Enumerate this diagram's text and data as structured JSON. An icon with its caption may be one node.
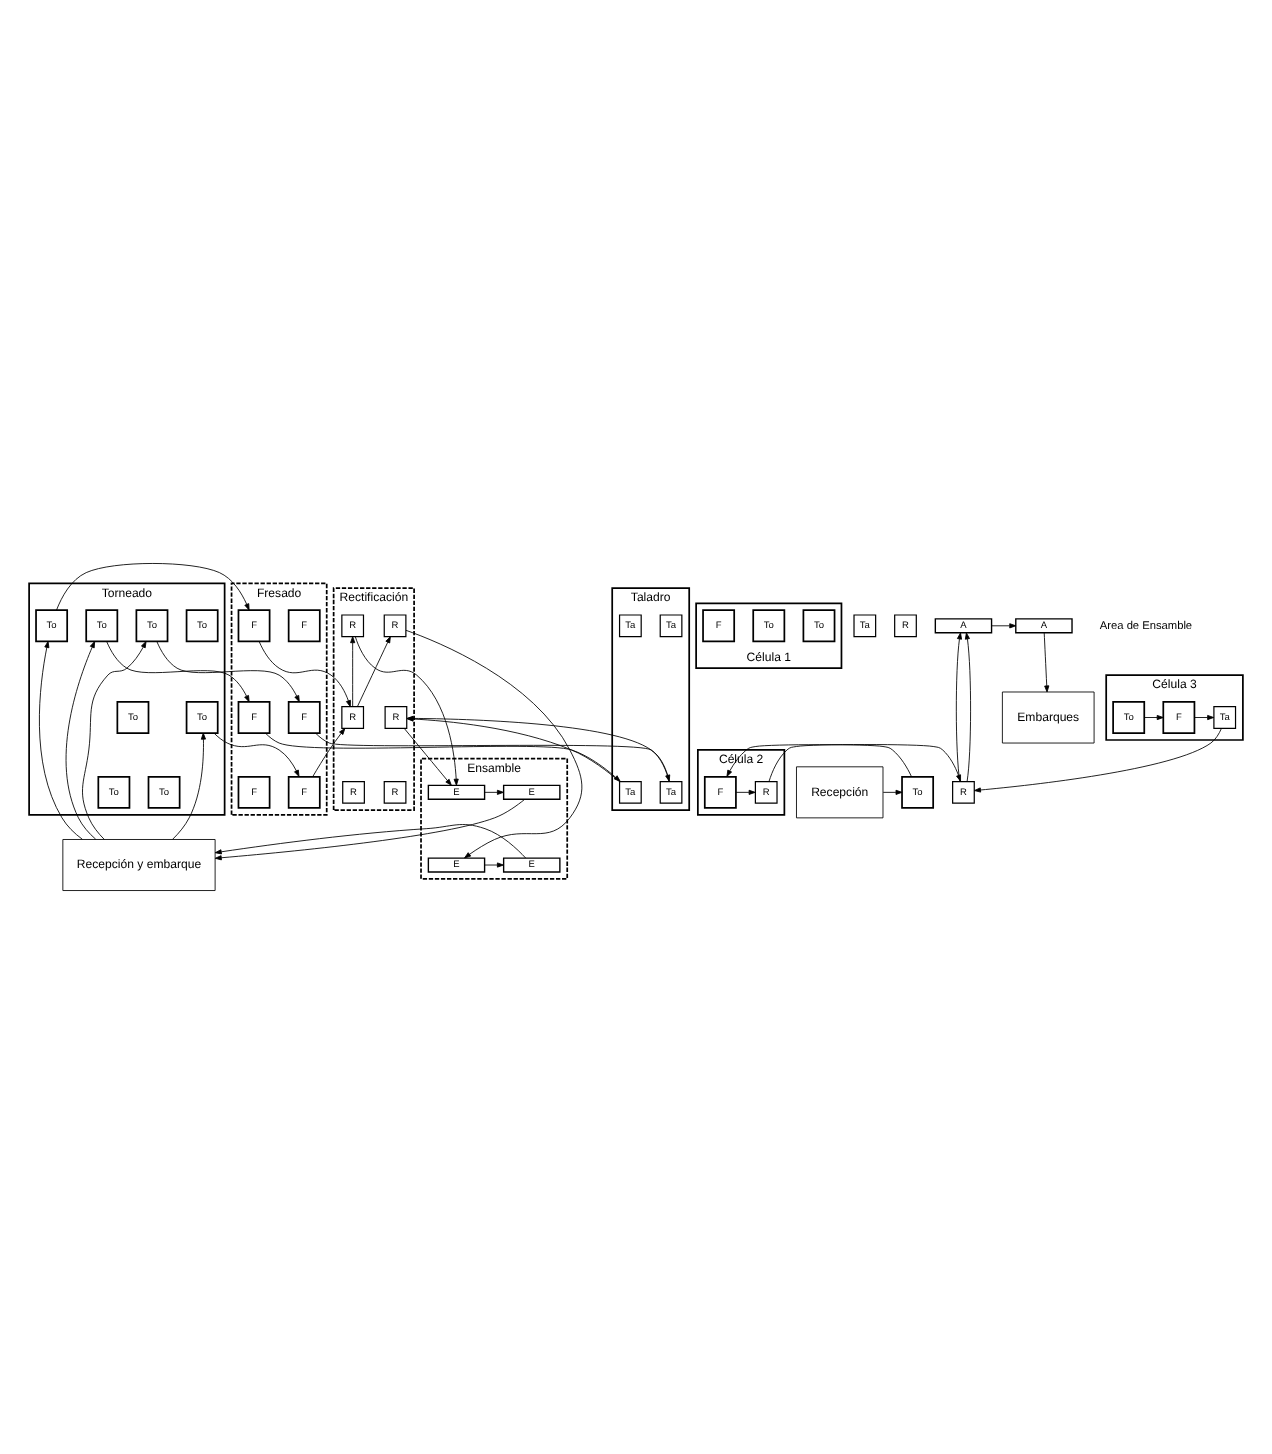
{
  "diagram": {
    "nodes": [
      {
        "text": [
          "Torneado"
        ]
      },
      {
        "text": [
          "To"
        ],
        "in": 0
      },
      {
        "text": [
          "To"
        ],
        "in": 0
      },
      {
        "text": [
          "To"
        ],
        "in": 0
      },
      {
        "text": [
          "To"
        ],
        "in": 0
      },
      {
        "text": [
          "To"
        ],
        "in": 0
      },
      {
        "text": [
          "To"
        ],
        "in": 0
      },
      {
        "text": [
          "To"
        ],
        "in": 0
      },
      {
        "text": [
          "To"
        ],
        "in": 0
      },
      {
        "text": [
          "Fresado"
        ]
      },
      {
        "text": [
          "F"
        ],
        "in": 9
      },
      {
        "text": [
          "F"
        ],
        "in": 9
      },
      {
        "text": [
          "F"
        ],
        "in": 9
      },
      {
        "text": [
          "F"
        ],
        "in": 9
      },
      {
        "text": [
          "F"
        ],
        "in": 9
      },
      {
        "text": [
          "F"
        ],
        "in": 9
      },
      {
        "text": [
          "Taladro"
        ]
      },
      {
        "text": [
          "Ta"
        ],
        "in": 16
      },
      {
        "text": [
          "Ta"
        ],
        "in": 16
      },
      {
        "text": [
          "Ta"
        ],
        "in": 16
      },
      {
        "text": [
          "Ta"
        ],
        "in": 16
      },
      {
        "text": [
          "Rectificación"
        ]
      },
      {
        "text": [
          "R"
        ],
        "in": 21
      },
      {
        "text": [
          "R"
        ],
        "in": 21
      },
      {
        "text": [
          "R"
        ],
        "in": 21
      },
      {
        "text": [
          "R"
        ],
        "in": 21
      },
      {
        "text": [
          "R"
        ],
        "in": 21
      },
      {
        "text": [
          "R"
        ],
        "in": 21
      },
      {
        "text": [
          "Ensamble"
        ]
      },
      {
        "text": [
          "E"
        ],
        "in": 28
      },
      {
        "text": [
          "E"
        ],
        "in": 28
      },
      {
        "text": [
          "E"
        ],
        "in": 28
      },
      {
        "text": [
          "E"
        ],
        "in": 28
      },
      {
        "text": [
          "Recepción y embarque"
        ]
      },
      {
        "text": [
          "Célula 1"
        ]
      },
      {
        "text": [
          "To"
        ],
        "in": 34
      },
      {
        "text": [
          "To"
        ],
        "in": 34
      },
      {
        "text": [
          "F"
        ],
        "in": 34
      },
      {
        "text": [
          "Ta"
        ]
      },
      {
        "text": [
          "R"
        ]
      },
      {
        "text": [
          "Célula 2"
        ]
      },
      {
        "text": [
          "F"
        ],
        "in": 40
      },
      {
        "text": [
          "R"
        ],
        "in": 40
      },
      {
        "text": [
          "Recepción"
        ]
      },
      {
        "text": [
          "To"
        ]
      },
      {
        "text": [
          "R"
        ]
      },
      {
        "text": [
          "A"
        ]
      },
      {
        "text": [
          "A"
        ]
      },
      {
        "text": [
          "Célula 3"
        ]
      },
      {
        "text": [
          "To"
        ],
        "in": 48
      },
      {
        "text": [
          "F"
        ],
        "in": 48
      },
      {
        "text": [
          "Ta"
        ],
        "in": 48
      },
      {
        "text": [
          "Embarques"
        ]
      }
    ],
    "edges": [
      {
        "from": 33,
        "to": 2,
        "arrow": "to"
      },
      {
        "from": 33,
        "to": 5,
        "arrow": "to"
      },
      {
        "from": 33,
        "to": 7,
        "arrow": "to"
      },
      {
        "from": 33,
        "to": 8,
        "arrow": "to"
      },
      {
        "from": 2,
        "to": 11,
        "arrow": "to"
      },
      {
        "from": 5,
        "to": 12,
        "arrow": "to"
      },
      {
        "from": 7,
        "to": 15,
        "arrow": "to"
      },
      {
        "from": 8,
        "to": 14,
        "arrow": "to"
      },
      {
        "from": 14,
        "to": 20,
        "arrow": "to"
      },
      {
        "from": 15,
        "to": 19,
        "arrow": "to"
      },
      {
        "from": 11,
        "to": 23,
        "arrow": "to"
      },
      {
        "from": 12,
        "to": 23,
        "arrow": "to"
      },
      {
        "from": 19,
        "to": 22,
        "arrow": "to"
      },
      {
        "from": 20,
        "to": 22,
        "arrow": "to"
      },
      {
        "from": 23,
        "to": 25,
        "arrow": "to"
      },
      {
        "from": 23,
        "to": 24,
        "arrow": "to"
      },
      {
        "from": 22,
        "to": 30,
        "arrow": "to"
      },
      {
        "from": 24,
        "to": 30,
        "arrow": "to"
      },
      {
        "from": 25,
        "to": 32,
        "arrow": "to"
      },
      {
        "from": 30,
        "to": 29,
        "arrow": "to"
      },
      {
        "from": 29,
        "to": 33,
        "arrow": "to"
      },
      {
        "from": 32,
        "to": 31,
        "arrow": "to"
      },
      {
        "from": 31,
        "to": 33,
        "arrow": "to"
      },
      {
        "from": 43,
        "to": 44,
        "arrow": "to"
      },
      {
        "from": 44,
        "to": 41,
        "arrow": "to"
      },
      {
        "from": 41,
        "to": 42,
        "arrow": "to"
      },
      {
        "from": 42,
        "to": 45,
        "arrow": "to"
      },
      {
        "from": 49,
        "to": 50,
        "arrow": "to"
      },
      {
        "from": 50,
        "to": 51,
        "arrow": "to"
      },
      {
        "from": 51,
        "to": 45,
        "arrow": "to"
      },
      {
        "from": 45,
        "to": 46,
        "arrow": "to"
      },
      {
        "from": 45,
        "to": 46,
        "arrow": "to"
      },
      {
        "from": 46,
        "to": 47,
        "arrow": "to"
      },
      {
        "from": 47,
        "to": 52,
        "arrow": "to"
      }
    ],
    "labels": [
      "Area de Ensamble"
    ]
  }
}
